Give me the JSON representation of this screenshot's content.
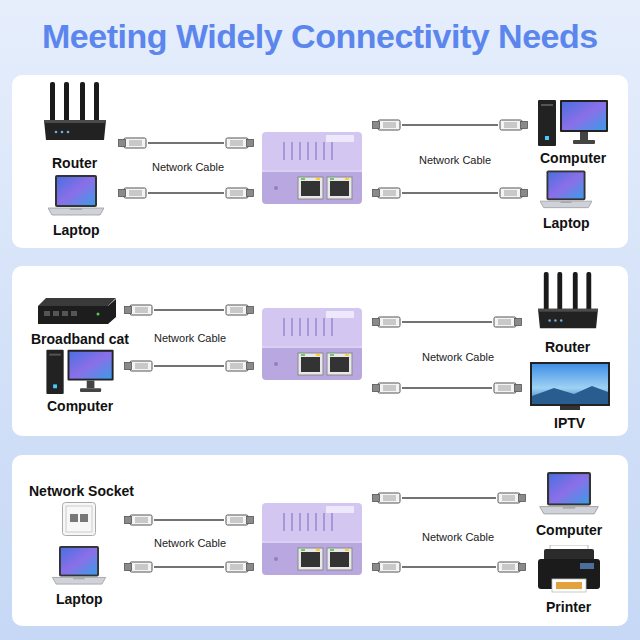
{
  "diagram": {
    "title": "Meeting Widely Connectivity Needs",
    "nodes": [
      {
        "text": [
          "Router"
        ]
      },
      {
        "text": [
          "Laptop"
        ]
      },
      {
        "text": [
          "Computer"
        ]
      },
      {
        "text": [
          "Laptop"
        ]
      },
      {
        "text": [
          "Broadband cat"
        ]
      },
      {
        "text": [
          "Computer"
        ]
      },
      {
        "text": [
          "Router"
        ]
      },
      {
        "text": [
          "IPTV"
        ]
      },
      {
        "text": [
          "Network Socket"
        ]
      },
      {
        "text": [
          "Laptop"
        ]
      },
      {
        "text": [
          "Computer"
        ]
      },
      {
        "text": [
          "Printer"
        ]
      }
    ],
    "labels": [
      "Network Cable",
      "Network Cable",
      "Network Cable",
      "Network Cable",
      "Network Cable",
      "Network Cable"
    ]
  }
}
